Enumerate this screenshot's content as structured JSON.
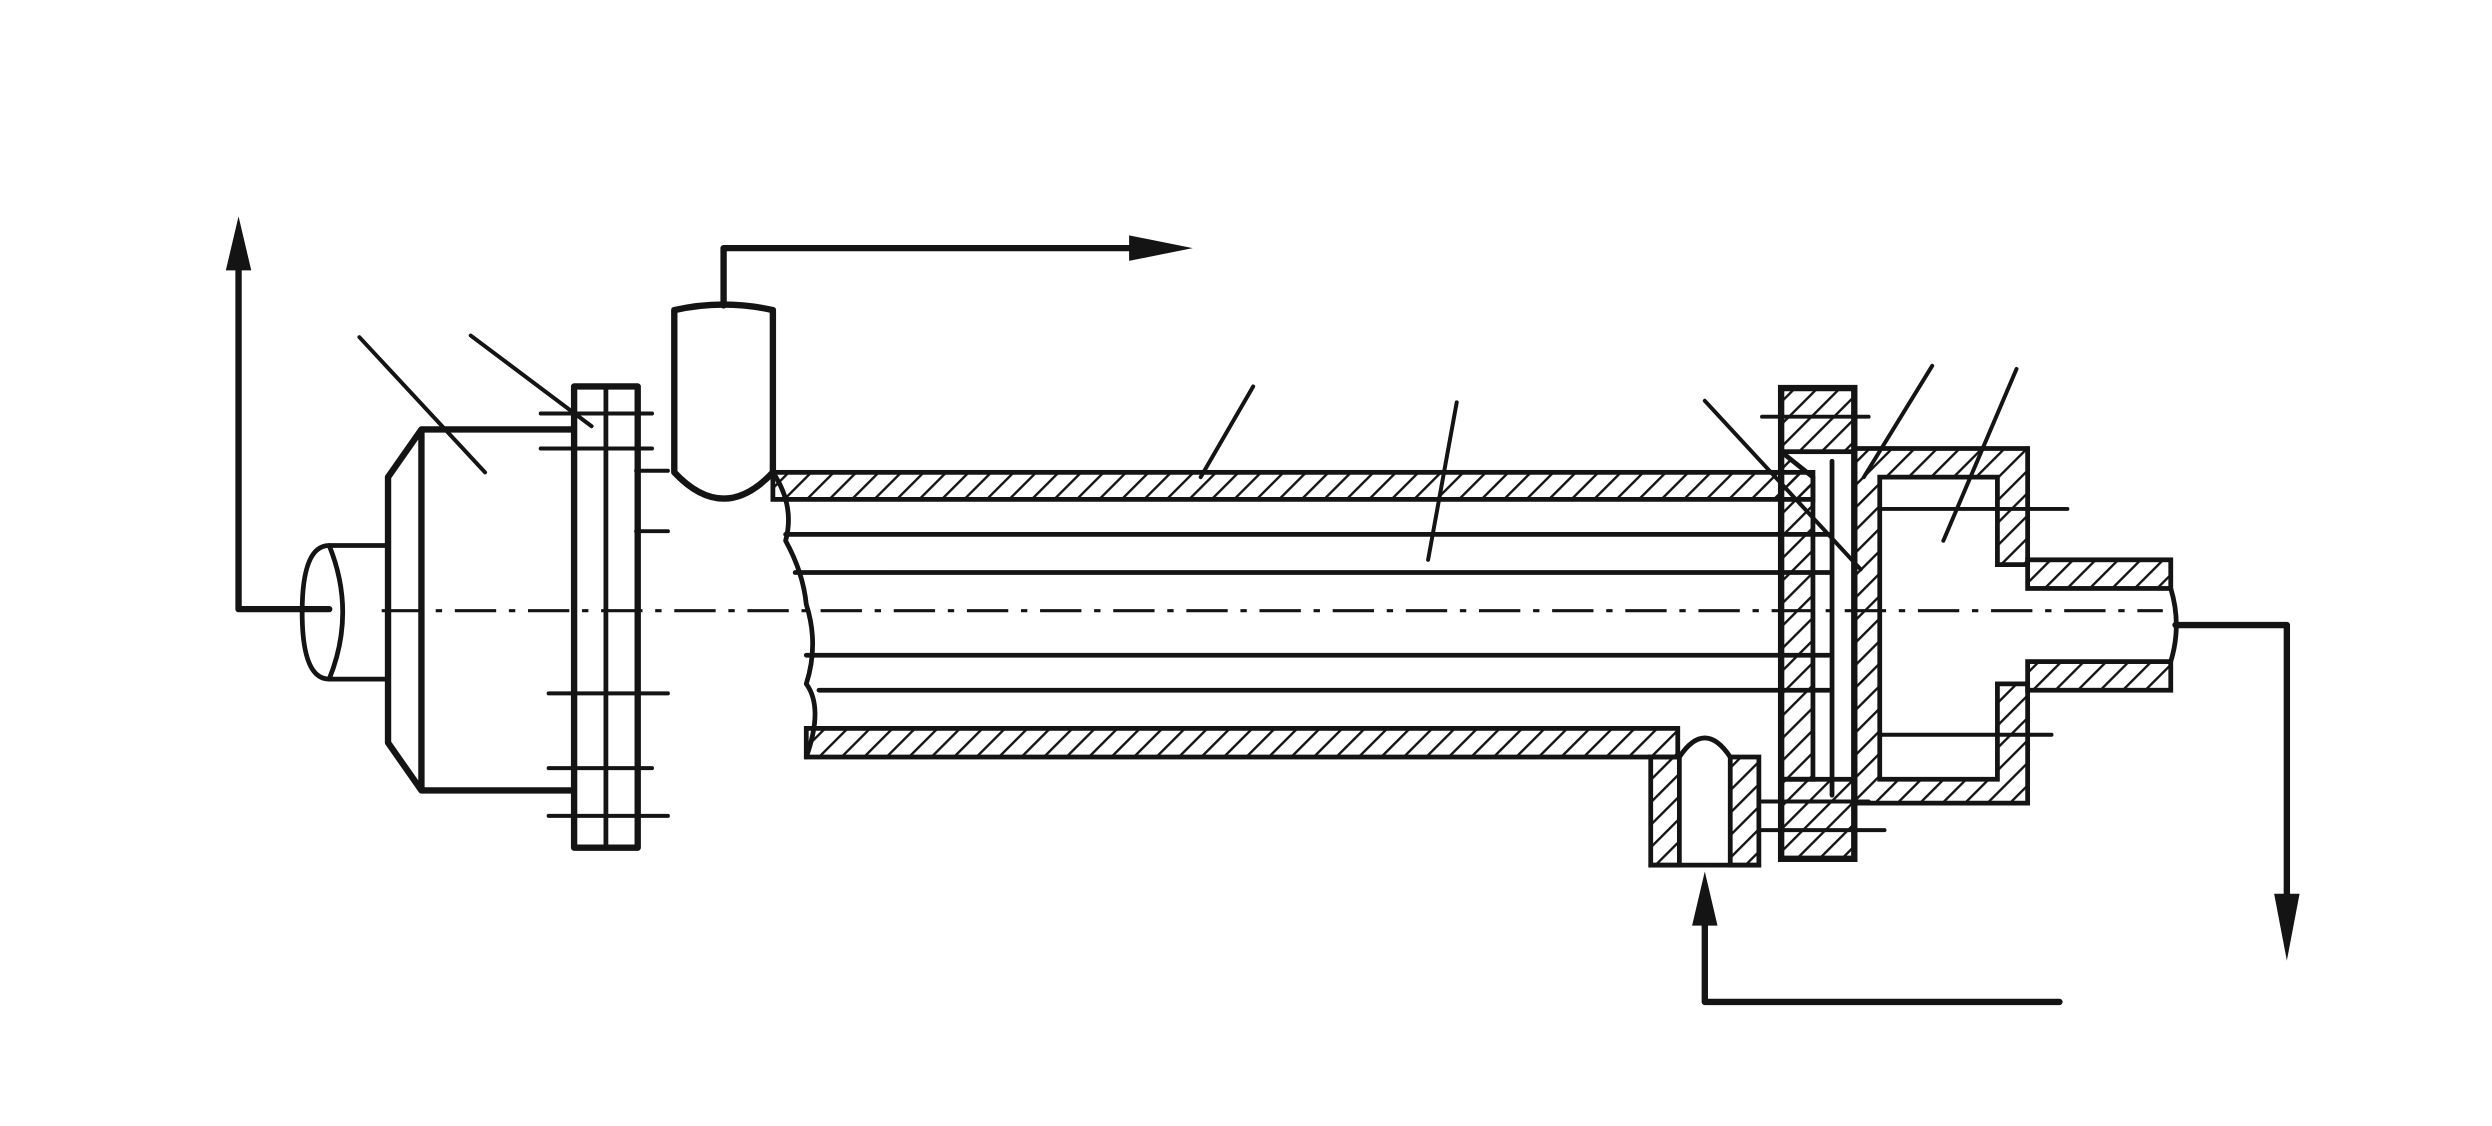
{
  "diagram": {
    "type": "technical-drawing",
    "subject": "",
    "colors": {
      "line": "#141414",
      "background": "#ffffff",
      "hatch": "#141414"
    },
    "flow_arrows": [
      {
        "id": "left-outlet",
        "direction": "up"
      },
      {
        "id": "top-outlet",
        "direction": "right"
      },
      {
        "id": "bottom-inlet",
        "direction": "up"
      },
      {
        "id": "right-outlet",
        "direction": "down"
      }
    ],
    "leader_lines": 8,
    "labels": []
  }
}
